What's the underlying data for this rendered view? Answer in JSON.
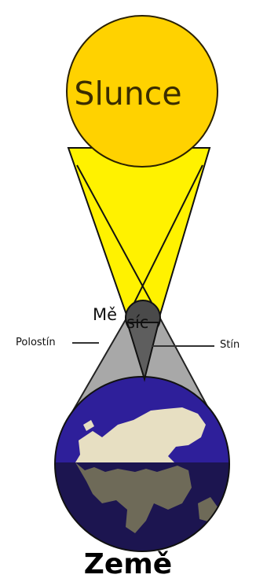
{
  "labels": {
    "sun": "Slunce",
    "moon_part1": "Mě",
    "moon_part2": "síc",
    "umbra": "Stín",
    "penumbra": "Polostín",
    "earth": "Země"
  },
  "colors": {
    "sun": "#FFD200",
    "sun_outline": "#2a2000",
    "light_cone": "#FFF200",
    "penumbra": "#A8A8A8",
    "umbra": "#5E5E5E",
    "moon": "#4a4a4a",
    "earth_ocean": "#2E1F9A",
    "earth_night": "#1C1550",
    "land": "#E7DFC2",
    "land_shadow": "#6E6A58"
  }
}
